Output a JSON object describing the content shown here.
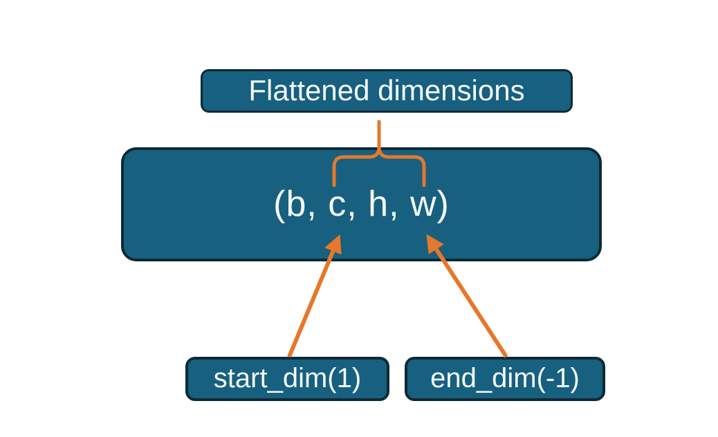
{
  "diagram": {
    "description": "Tensor flatten dimensions diagram",
    "nodes": {
      "flattened": {
        "label": "Flattened dimensions"
      },
      "tensor": {
        "label": "(b, c, h, w)"
      },
      "start_dim": {
        "label": "start_dim(1)"
      },
      "end_dim": {
        "label": "end_dim(-1)"
      }
    },
    "connectors": [
      {
        "name": "flatten-range-brace",
        "type": "curly-brace",
        "from": "flattened",
        "to": "tensor dims c..w"
      },
      {
        "name": "start-dim-arrow",
        "type": "arrow",
        "from": "start_dim",
        "to": "tensor dim c"
      },
      {
        "name": "end-dim-arrow",
        "type": "arrow",
        "from": "end_dim",
        "to": "tensor dim w"
      }
    ]
  },
  "colors": {
    "background": "#ffffff",
    "node_fill": "#17607F",
    "node_border": "#0D2A36",
    "connector": "#E5782C",
    "text": "#F6FAFC"
  }
}
